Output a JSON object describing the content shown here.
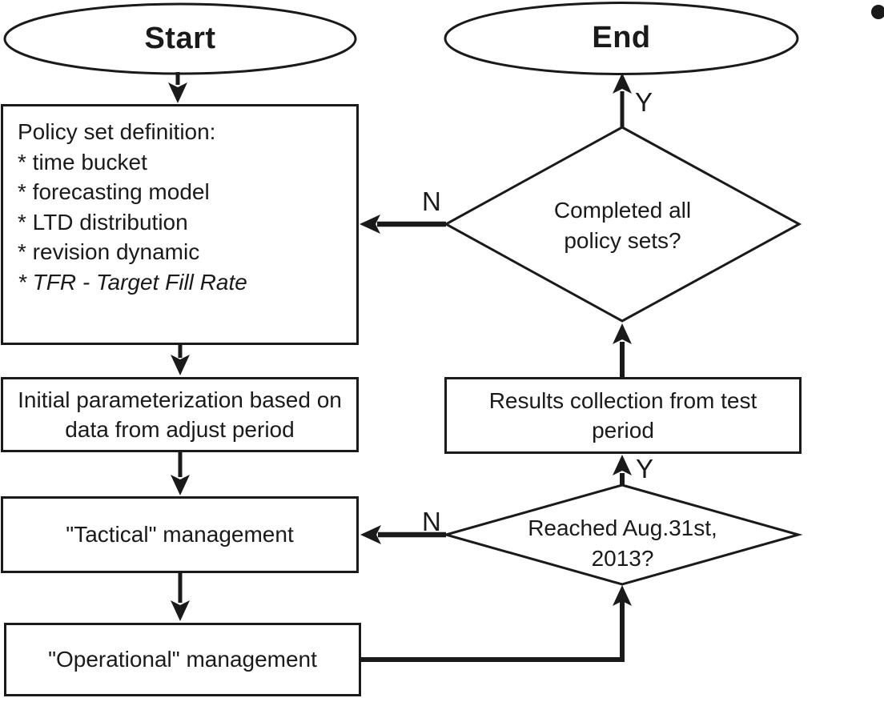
{
  "figure": {
    "type": "flowchart",
    "description": "Simulation policy management flowchart"
  },
  "nodes": {
    "start": "Start",
    "end": "End",
    "policy_lines": [
      "Policy set definition:",
      "* time bucket",
      "* forecasting model",
      "* LTD distribution",
      "* revision dynamic",
      "* TFR - Target Fill Rate"
    ],
    "init_lines": [
      "Initial parameterization based on",
      "data from adjust period"
    ],
    "tactical": "\"Tactical\" management",
    "operational": "\"Operational\" management",
    "results_lines": [
      "Results collection from test",
      "period"
    ],
    "decision1_lines": [
      "Completed all",
      "policy sets?"
    ],
    "decision2_lines": [
      "Reached Aug.31st,",
      "2013?"
    ]
  },
  "edge_labels": {
    "decision1_yes": "Y",
    "decision1_no": "N",
    "decision2_yes": "Y",
    "decision2_no": "N"
  },
  "colors": {
    "line": "#1a1a1a",
    "background": "#ffffff"
  }
}
